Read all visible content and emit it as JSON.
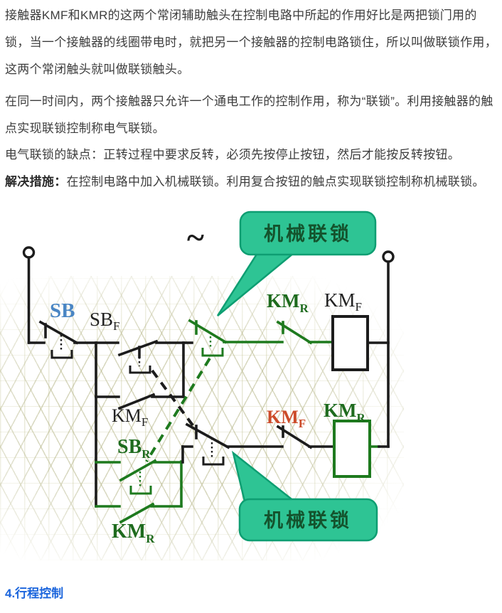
{
  "page": {
    "paragraphs": {
      "p1": "接触器KMF和KMR的这两个常闭辅助触头在控制电路中所起的作用好比是两把锁门用的锁，当一个接触器的线圈带电时，就把另一个接触器的控制电路锁住，所以叫做联锁作用，这两个常闭触头就叫做联锁触头。",
      "p2": "在同一时间内，两个接触器只允许一个通电工作的控制作用，称为“联锁”。利用接触器的触点实现联锁控制称电气联锁。",
      "p3": "电气联锁的缺点：正转过程中要求反转，必须先按停止按钮，然后才能按反转按钮。",
      "p4_bold": "解决措施：",
      "p4_rest": "在控制电路中加入机械联锁。利用复合按钮的触点实现联锁控制称机械联锁。"
    },
    "heading": "4.行程控制"
  },
  "diagram": {
    "ac_symbol": "~",
    "callout_top": "机械联锁",
    "callout_bottom": "机械联锁",
    "labels": {
      "sb": "SB",
      "sbf": {
        "main": "SB",
        "sub": "F"
      },
      "kmf_aux": {
        "main": "KM",
        "sub": "F"
      },
      "sbr": {
        "main": "SB",
        "sub": "R"
      },
      "kmr_aux": {
        "main": "KM",
        "sub": "R"
      },
      "kmr_nc": {
        "main": "KM",
        "sub": "R"
      },
      "kmf_coil": {
        "main": "KM",
        "sub": "F"
      },
      "kmf_nc": {
        "main": "KM",
        "sub": "F"
      },
      "kmr_coil": {
        "main": "KM",
        "sub": "R"
      }
    },
    "colors": {
      "wire_black": "#1c1c1c",
      "wire_green": "#1e7a1e",
      "label_blue": "#4a86c4",
      "label_red": "#cc4b2a",
      "label_green_dark": "#1e6b1e",
      "callout_fill": "#2ec494",
      "callout_border": "#0e9e72",
      "callout_text": "#14532d"
    }
  }
}
